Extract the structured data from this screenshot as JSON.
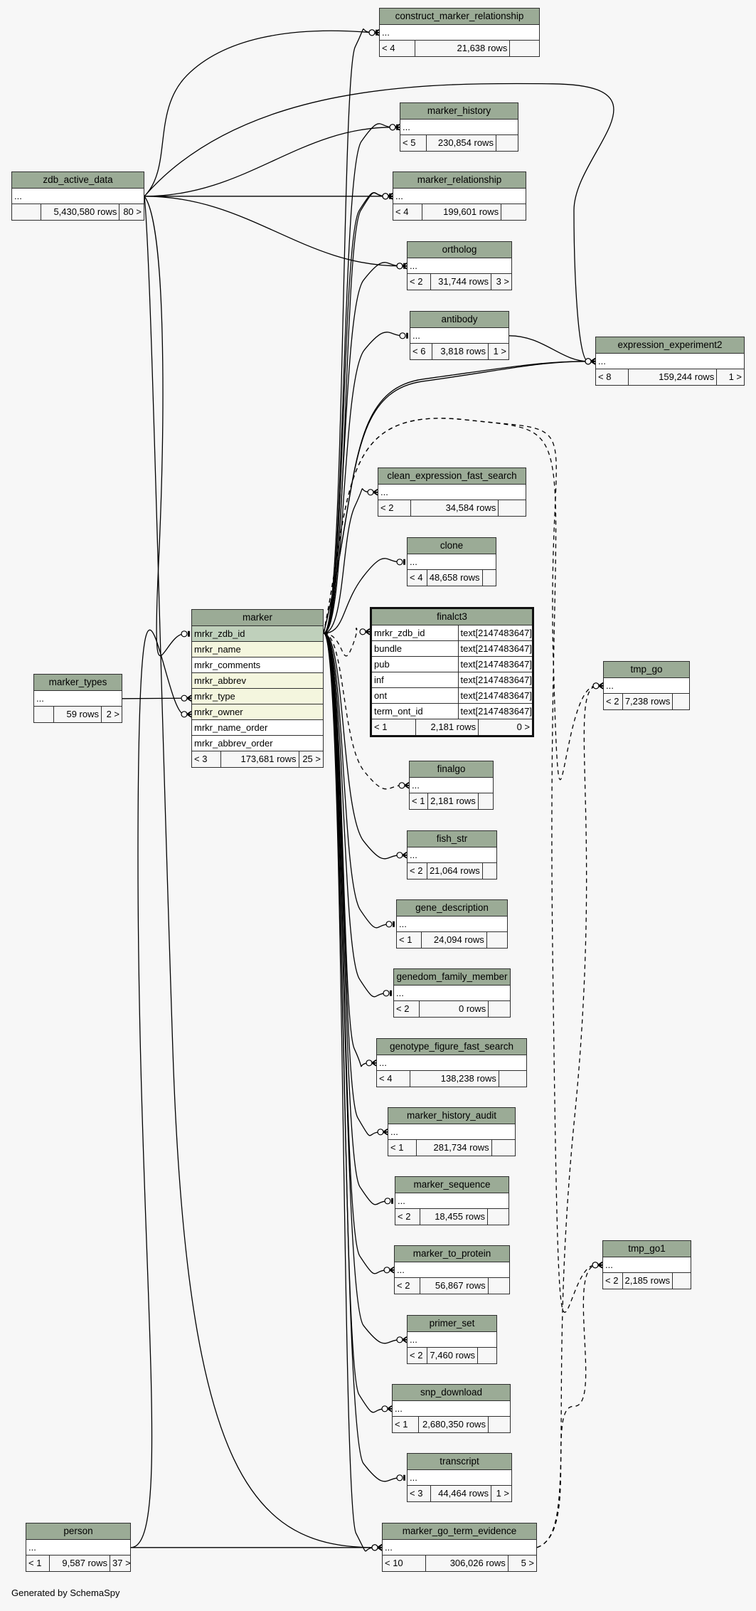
{
  "footer": "Generated by SchemaSpy",
  "colors": {
    "header": "#9bab96",
    "primary_key_row": "#bfd0bb",
    "foreign_key_row": "#f4f6de",
    "background": "#f7f7f7",
    "line": "#000000"
  },
  "tables": [
    {
      "id": "construct_marker_relationship",
      "name": "construct_marker_relationship",
      "columns": [
        {
          "name": "..."
        }
      ],
      "parents": "< 4",
      "rows": "21,638 rows",
      "children": ""
    },
    {
      "id": "marker_history",
      "name": "marker_history",
      "columns": [
        {
          "name": "..."
        }
      ],
      "parents": "< 5",
      "rows": "230,854 rows",
      "children": ""
    },
    {
      "id": "zdb_active_data",
      "name": "zdb_active_data",
      "columns": [
        {
          "name": "..."
        }
      ],
      "parents": "",
      "rows": "5,430,580 rows",
      "children": "80 >"
    },
    {
      "id": "marker_relationship",
      "name": "marker_relationship",
      "columns": [
        {
          "name": "..."
        }
      ],
      "parents": "< 4",
      "rows": "199,601 rows",
      "children": ""
    },
    {
      "id": "ortholog",
      "name": "ortholog",
      "columns": [
        {
          "name": "..."
        }
      ],
      "parents": "< 2",
      "rows": "31,744 rows",
      "children": "3 >"
    },
    {
      "id": "antibody",
      "name": "antibody",
      "columns": [
        {
          "name": "..."
        }
      ],
      "parents": "< 6",
      "rows": "3,818 rows",
      "children": "1 >"
    },
    {
      "id": "expression_experiment2",
      "name": "expression_experiment2",
      "columns": [
        {
          "name": "..."
        }
      ],
      "parents": "< 8",
      "rows": "159,244 rows",
      "children": "1 >"
    },
    {
      "id": "clean_expression_fast_search",
      "name": "clean_expression_fast_search",
      "columns": [
        {
          "name": "..."
        }
      ],
      "parents": "< 2",
      "rows": "34,584 rows",
      "children": ""
    },
    {
      "id": "clone",
      "name": "clone",
      "columns": [
        {
          "name": "..."
        }
      ],
      "parents": "< 4",
      "rows": "48,658 rows",
      "children": ""
    },
    {
      "id": "marker",
      "name": "marker",
      "focus": false,
      "columns": [
        {
          "name": "mrkr_zdb_id",
          "kind": "pk"
        },
        {
          "name": "mrkr_name",
          "kind": "fk"
        },
        {
          "name": "mrkr_comments",
          "kind": ""
        },
        {
          "name": "mrkr_abbrev",
          "kind": "fk"
        },
        {
          "name": "mrkr_type",
          "kind": "fk"
        },
        {
          "name": "mrkr_owner",
          "kind": "fk"
        },
        {
          "name": "mrkr_name_order",
          "kind": ""
        },
        {
          "name": "mrkr_abbrev_order",
          "kind": ""
        }
      ],
      "parents": "< 3",
      "rows": "173,681 rows",
      "children": "25 >"
    },
    {
      "id": "finalct3",
      "name": "finalct3",
      "focus": true,
      "columns": [
        {
          "name": "mrkr_zdb_id",
          "type": "text[2147483647]"
        },
        {
          "name": "bundle",
          "type": "text[2147483647]"
        },
        {
          "name": "pub",
          "type": "text[2147483647]"
        },
        {
          "name": "inf",
          "type": "text[2147483647]"
        },
        {
          "name": "ont",
          "type": "text[2147483647]"
        },
        {
          "name": "term_ont_id",
          "type": "text[2147483647]"
        }
      ],
      "parents": "< 1",
      "rows": "2,181 rows",
      "children": "0 >"
    },
    {
      "id": "marker_types",
      "name": "marker_types",
      "columns": [
        {
          "name": "..."
        }
      ],
      "parents": "",
      "rows": "59 rows",
      "children": "2 >"
    },
    {
      "id": "tmp_go",
      "name": "tmp_go",
      "columns": [
        {
          "name": "..."
        }
      ],
      "parents": "< 2",
      "rows": "7,238 rows",
      "children": ""
    },
    {
      "id": "finalgo",
      "name": "finalgo",
      "columns": [
        {
          "name": "..."
        }
      ],
      "parents": "< 1",
      "rows": "2,181 rows",
      "children": ""
    },
    {
      "id": "fish_str",
      "name": "fish_str",
      "columns": [
        {
          "name": "..."
        }
      ],
      "parents": "< 2",
      "rows": "21,064 rows",
      "children": ""
    },
    {
      "id": "gene_description",
      "name": "gene_description",
      "columns": [
        {
          "name": "..."
        }
      ],
      "parents": "< 1",
      "rows": "24,094 rows",
      "children": ""
    },
    {
      "id": "genedom_family_member",
      "name": "genedom_family_member",
      "columns": [
        {
          "name": "..."
        }
      ],
      "parents": "< 2",
      "rows": "0 rows",
      "children": ""
    },
    {
      "id": "genotype_figure_fast_search",
      "name": "genotype_figure_fast_search",
      "columns": [
        {
          "name": "..."
        }
      ],
      "parents": "< 4",
      "rows": "138,238 rows",
      "children": ""
    },
    {
      "id": "marker_history_audit",
      "name": "marker_history_audit",
      "columns": [
        {
          "name": "..."
        }
      ],
      "parents": "< 1",
      "rows": "281,734 rows",
      "children": ""
    },
    {
      "id": "marker_sequence",
      "name": "marker_sequence",
      "columns": [
        {
          "name": "..."
        }
      ],
      "parents": "< 2",
      "rows": "18,455 rows",
      "children": ""
    },
    {
      "id": "tmp_go1",
      "name": "tmp_go1",
      "columns": [
        {
          "name": "..."
        }
      ],
      "parents": "< 2",
      "rows": "2,185 rows",
      "children": ""
    },
    {
      "id": "marker_to_protein",
      "name": "marker_to_protein",
      "columns": [
        {
          "name": "..."
        }
      ],
      "parents": "< 2",
      "rows": "56,867 rows",
      "children": ""
    },
    {
      "id": "primer_set",
      "name": "primer_set",
      "columns": [
        {
          "name": "..."
        }
      ],
      "parents": "< 2",
      "rows": "7,460 rows",
      "children": ""
    },
    {
      "id": "snp_download",
      "name": "snp_download",
      "columns": [
        {
          "name": "..."
        }
      ],
      "parents": "< 1",
      "rows": "2,680,350 rows",
      "children": ""
    },
    {
      "id": "transcript",
      "name": "transcript",
      "columns": [
        {
          "name": "..."
        }
      ],
      "parents": "< 3",
      "rows": "44,464 rows",
      "children": "1 >"
    },
    {
      "id": "person",
      "name": "person",
      "columns": [
        {
          "name": "..."
        }
      ],
      "parents": "< 1",
      "rows": "9,587 rows",
      "children": "37 >"
    },
    {
      "id": "marker_go_term_evidence",
      "name": "marker_go_term_evidence",
      "columns": [
        {
          "name": "..."
        }
      ],
      "parents": "< 10",
      "rows": "306,026 rows",
      "children": "5 >"
    }
  ],
  "relationships": [
    {
      "from": "zdb_active_data",
      "to": "construct_marker_relationship",
      "end": "one",
      "style": "solid"
    },
    {
      "from": "zdb_active_data",
      "to": "marker_history",
      "end": "one",
      "style": "solid"
    },
    {
      "from": "zdb_active_data",
      "to": "marker_relationship",
      "end": "one",
      "style": "solid"
    },
    {
      "from": "zdb_active_data",
      "to": "ortholog",
      "end": "one",
      "style": "solid"
    },
    {
      "from": "zdb_active_data",
      "to": "expression_experiment2",
      "end": "many",
      "style": "solid"
    },
    {
      "from": "zdb_active_data",
      "to": "marker.mrkr_zdb_id",
      "end": "one",
      "style": "solid"
    },
    {
      "from": "zdb_active_data",
      "to": "marker_go_term_evidence",
      "end": "many",
      "style": "solid"
    },
    {
      "from": "marker_types",
      "to": "marker.mrkr_type",
      "end": "many",
      "style": "solid"
    },
    {
      "from": "person",
      "to": "marker.mrkr_owner",
      "end": "many",
      "style": "solid"
    },
    {
      "from": "person",
      "to": "marker_go_term_evidence",
      "end": "many",
      "style": "solid"
    },
    {
      "from": "antibody",
      "to": "expression_experiment2",
      "end": "many",
      "style": "solid"
    },
    {
      "from": "marker",
      "to": "construct_marker_relationship",
      "end": "many",
      "style": "solid"
    },
    {
      "from": "marker",
      "to": "marker_history",
      "end": "many",
      "style": "solid"
    },
    {
      "from": "marker",
      "to": "marker_relationship",
      "end": "many",
      "style": "solid"
    },
    {
      "from": "marker",
      "to": "marker_relationship",
      "end": "many",
      "style": "solid"
    },
    {
      "from": "marker",
      "to": "ortholog",
      "end": "many",
      "style": "solid"
    },
    {
      "from": "marker",
      "to": "antibody",
      "end": "one",
      "style": "solid"
    },
    {
      "from": "marker",
      "to": "expression_experiment2",
      "end": "many",
      "style": "solid"
    },
    {
      "from": "marker",
      "to": "expression_experiment2",
      "end": "many",
      "style": "solid"
    },
    {
      "from": "marker",
      "to": "clean_expression_fast_search",
      "end": "many",
      "style": "solid"
    },
    {
      "from": "marker",
      "to": "clone",
      "end": "one",
      "style": "solid"
    },
    {
      "from": "marker",
      "to": "finalct3",
      "end": "many",
      "style": "dashed"
    },
    {
      "from": "marker",
      "to": "tmp_go",
      "end": "many",
      "style": "dashed"
    },
    {
      "from": "marker",
      "to": "tmp_go1",
      "end": "many",
      "style": "dashed"
    },
    {
      "from": "marker",
      "to": "finalgo",
      "end": "many",
      "style": "dashed"
    },
    {
      "from": "marker",
      "to": "fish_str",
      "end": "many",
      "style": "solid"
    },
    {
      "from": "marker",
      "to": "gene_description",
      "end": "one",
      "style": "solid"
    },
    {
      "from": "marker",
      "to": "genedom_family_member",
      "end": "one",
      "style": "solid"
    },
    {
      "from": "marker",
      "to": "genotype_figure_fast_search",
      "end": "many",
      "style": "solid"
    },
    {
      "from": "marker",
      "to": "marker_history_audit",
      "end": "many",
      "style": "solid"
    },
    {
      "from": "marker",
      "to": "marker_sequence",
      "end": "one",
      "style": "solid"
    },
    {
      "from": "marker",
      "to": "marker_to_protein",
      "end": "many",
      "style": "solid"
    },
    {
      "from": "marker",
      "to": "primer_set",
      "end": "many",
      "style": "solid"
    },
    {
      "from": "marker",
      "to": "snp_download",
      "end": "many",
      "style": "solid"
    },
    {
      "from": "marker",
      "to": "transcript",
      "end": "one",
      "style": "solid"
    },
    {
      "from": "marker",
      "to": "marker_go_term_evidence",
      "end": "many",
      "style": "solid"
    },
    {
      "from": "marker_go_term_evidence",
      "to": "tmp_go",
      "end": "many",
      "style": "dashed"
    },
    {
      "from": "marker_go_term_evidence",
      "to": "tmp_go1",
      "end": "many",
      "style": "dashed"
    }
  ]
}
